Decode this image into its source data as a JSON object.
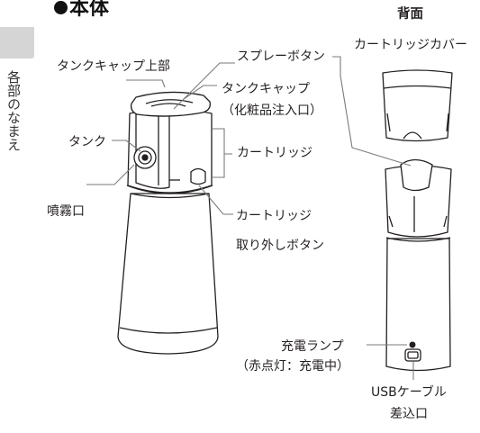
{
  "side_tab": {
    "text": "各部のなまえ"
  },
  "heading": {
    "bullet": "●",
    "title": "本体"
  },
  "back_view": {
    "title": "背面"
  },
  "labels": {
    "tank_cap_top": "タンクキャップ上部",
    "spray_button": "スプレーボタン",
    "cartridge_cover": "カートリッジカバー",
    "tank_cap": "タンクキャップ",
    "tank_cap_note": "（化粧品注入口）",
    "tank": "タンク",
    "cartridge": "カートリッジ",
    "spray_port": "噴霧口",
    "cartridge_release_1": "カートリッジ",
    "cartridge_release_2": "取り外しボタン",
    "charge_lamp": "充電ランプ",
    "charge_lamp_note": "（赤点灯：充電中）",
    "usb_port_1": "USBケーブル",
    "usb_port_2": "差込口"
  }
}
